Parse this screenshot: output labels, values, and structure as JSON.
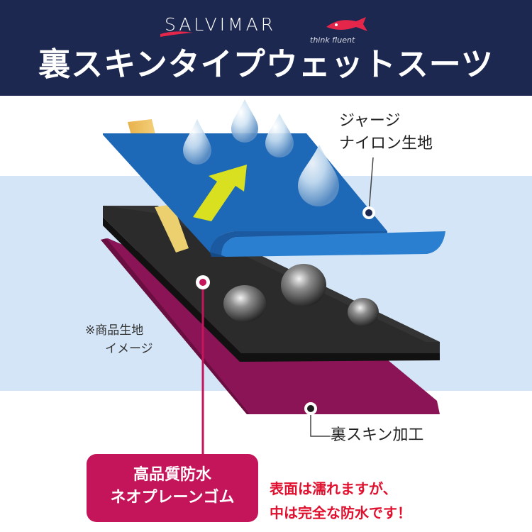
{
  "header": {
    "brand": "SALVIMAR",
    "tagline": "think fluent",
    "title": "裏スキンタイプウェットスーツ"
  },
  "labels": {
    "jersey_line1": "ジャージ",
    "jersey_line2": "ナイロン生地",
    "sample_line1": "※商品生地",
    "sample_line2": "イメージ",
    "skin": "裏スキン加工",
    "neoprene_line1": "高品質防水",
    "neoprene_line2": "ネオプレーンゴム",
    "note_line1": "表面は濡れますが、",
    "note_line2": "中は完全な防水です！"
  },
  "colors": {
    "header_bg": "#1c2850",
    "band_bg": "#d3e5f6",
    "jersey_layer": "#1e68b8",
    "neoprene_layer": "#2a2a2a",
    "skin_layer": "#8a1456",
    "accent": "#c4145a",
    "note_text": "#e0102f",
    "arrow": "#d8e020"
  },
  "icons": {
    "water-drop-icon": "water droplet",
    "up-arrow-icon": "penetrating arrow",
    "fish-logo-icon": "salvimar fish logo"
  }
}
